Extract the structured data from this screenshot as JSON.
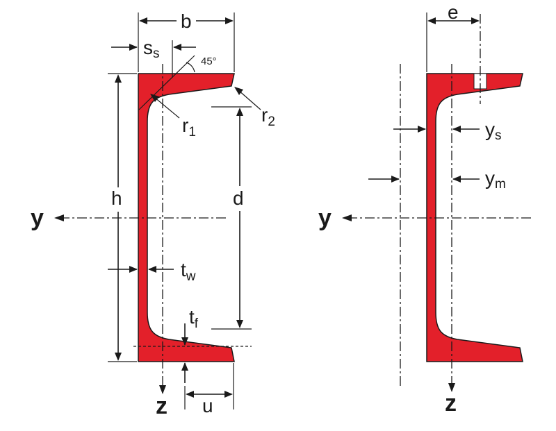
{
  "colors": {
    "section_fill": "#e3202a",
    "section_stroke": "#1a1a1a",
    "line": "#1a1a1a"
  },
  "left": {
    "b": "b",
    "ss_main": "s",
    "ss_sub": "s",
    "angle": "45°",
    "h": "h",
    "d": "d",
    "r1_main": "r",
    "r1_sub": "1",
    "r2_main": "r",
    "r2_sub": "2",
    "tw_main": "t",
    "tw_sub": "w",
    "tf_main": "t",
    "tf_sub": "f",
    "u": "u",
    "y_axis": "y",
    "z_axis": "z"
  },
  "right": {
    "e": "e",
    "ys_main": "y",
    "ys_sub": "s",
    "ym_main": "y",
    "ym_sub": "m",
    "y_axis": "y",
    "z_axis": "z"
  }
}
